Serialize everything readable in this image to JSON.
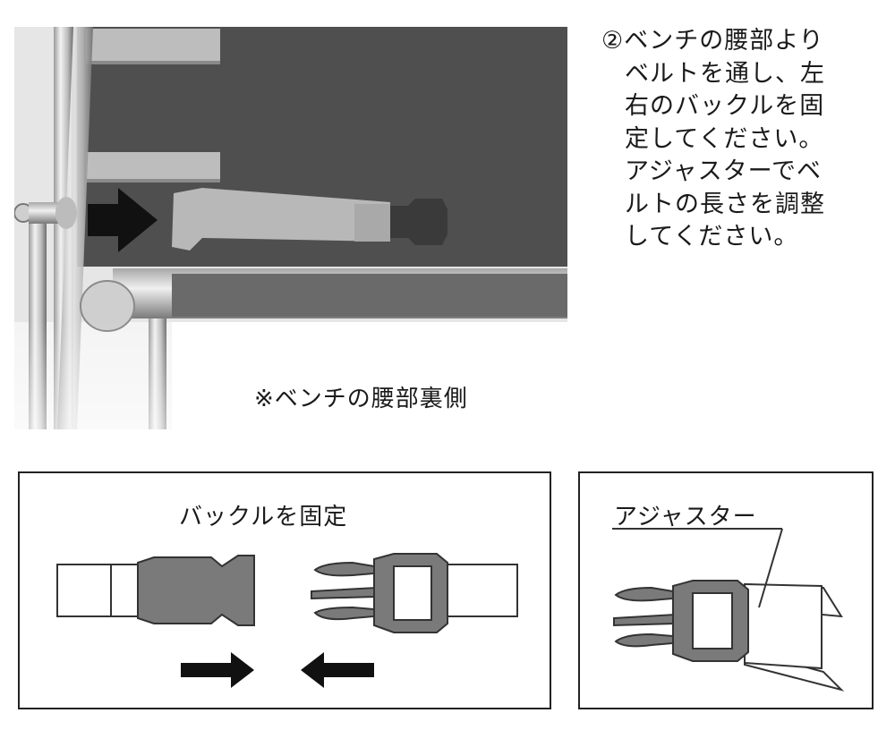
{
  "instruction": {
    "lines": [
      "②ベンチの腰部より",
      "ベルトを通し、左",
      "右のバックルを固",
      "定してください。",
      "アジャスターでベ",
      "ルトの長さを調整",
      "してください。"
    ]
  },
  "photo": {
    "caption": "※ベンチの腰部裏側"
  },
  "diagram_fasten": {
    "title": "バックルを固定"
  },
  "diagram_adjuster": {
    "title": "アジャスター"
  }
}
